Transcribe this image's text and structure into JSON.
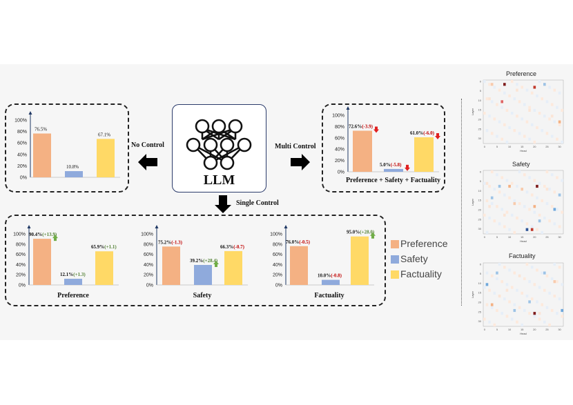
{
  "llm": {
    "label": "LLM"
  },
  "arrows": {
    "no_control": "No Control",
    "multi_control": "Multi Control",
    "single_control": "Single Control"
  },
  "colors": {
    "preference": "#f4b183",
    "safety": "#8faadc",
    "factuality": "#ffd966",
    "up": "#70ad47",
    "down": "#e02020",
    "delta_pos": "#548235",
    "delta_neg": "#c00000"
  },
  "legend": {
    "preference": "Preference",
    "safety": "Safety",
    "factuality": "Factuality"
  },
  "chart_data": [
    {
      "type": "bar",
      "id": "no_control",
      "categories": [
        "Preference",
        "Safety",
        "Factuality"
      ],
      "values": [
        76.5,
        10.8,
        67.1
      ],
      "value_labels": [
        "76.5%",
        "10.8%",
        "67.1%"
      ],
      "ylim": [
        0,
        100
      ],
      "yticks": [
        "0%",
        "20%",
        "40%",
        "60%",
        "80%",
        "100%"
      ],
      "title": ""
    },
    {
      "type": "bar",
      "id": "multi_control",
      "categories": [
        "Preference",
        "Safety",
        "Factuality"
      ],
      "values": [
        72.6,
        5.0,
        61.0
      ],
      "value_labels": [
        "72.6%",
        "5.0%",
        "61.0%"
      ],
      "deltas": [
        "(-3.9)",
        "(-5.8)",
        "(-6.0)"
      ],
      "ylim": [
        0,
        100
      ],
      "yticks": [
        "0%",
        "20%",
        "40%",
        "60%",
        "80%",
        "100%"
      ],
      "title": "Preference + Safety + Factuality"
    },
    {
      "type": "bar",
      "id": "single_preference",
      "categories": [
        "Preference",
        "Safety",
        "Factuality"
      ],
      "values": [
        90.4,
        12.1,
        65.9
      ],
      "value_labels": [
        "90.4%",
        "12.1%",
        "65.9%"
      ],
      "deltas": [
        "(+13.9)",
        "(+1.3)",
        "(+1.1)"
      ],
      "ylim": [
        0,
        100
      ],
      "yticks": [
        "0%",
        "20%",
        "40%",
        "60%",
        "80%",
        "100%"
      ],
      "title": "Preference"
    },
    {
      "type": "bar",
      "id": "single_safety",
      "categories": [
        "Preference",
        "Safety",
        "Factuality"
      ],
      "values": [
        75.2,
        39.2,
        66.3
      ],
      "value_labels": [
        "75.2%",
        "39.2%",
        "66.3%"
      ],
      "deltas": [
        "(-1.3)",
        "(+28.4)",
        "(-0.7)"
      ],
      "ylim": [
        0,
        100
      ],
      "yticks": [
        "0%",
        "20%",
        "40%",
        "60%",
        "80%",
        "100%"
      ],
      "title": "Safety"
    },
    {
      "type": "bar",
      "id": "single_factuality",
      "categories": [
        "Preference",
        "Safety",
        "Factuality"
      ],
      "values": [
        76.0,
        10.0,
        95.0
      ],
      "value_labels": [
        "76.0%",
        "10.0%",
        "95.0%"
      ],
      "deltas": [
        "(-0.5)",
        "(-0.8)",
        "(+28.0)"
      ],
      "ylim": [
        0,
        100
      ],
      "yticks": [
        "0%",
        "20%",
        "40%",
        "60%",
        "80%",
        "100%"
      ],
      "title": "Factuality"
    },
    {
      "type": "heatmap",
      "id": "heat_preference",
      "title": "Preference",
      "ylabel": "Layer",
      "xlabel": "Head",
      "xticks": [
        "0",
        "5",
        "10",
        "15",
        "20",
        "25",
        "30"
      ],
      "yticks": [
        "0",
        "5",
        "10",
        "15",
        "20",
        "25",
        "30"
      ]
    },
    {
      "type": "heatmap",
      "id": "heat_safety",
      "title": "Safety",
      "ylabel": "Layer",
      "xlabel": "Head",
      "xticks": [
        "0",
        "5",
        "10",
        "15",
        "20",
        "25",
        "30"
      ],
      "yticks": [
        "0",
        "5",
        "10",
        "15",
        "20",
        "25",
        "30"
      ]
    },
    {
      "type": "heatmap",
      "id": "heat_factuality",
      "title": "Factuality",
      "ylabel": "Layer",
      "xlabel": "Head",
      "xticks": [
        "0",
        "5",
        "10",
        "15",
        "20",
        "25",
        "30"
      ],
      "yticks": [
        "0",
        "5",
        "10",
        "15",
        "20",
        "25",
        "30"
      ]
    }
  ]
}
